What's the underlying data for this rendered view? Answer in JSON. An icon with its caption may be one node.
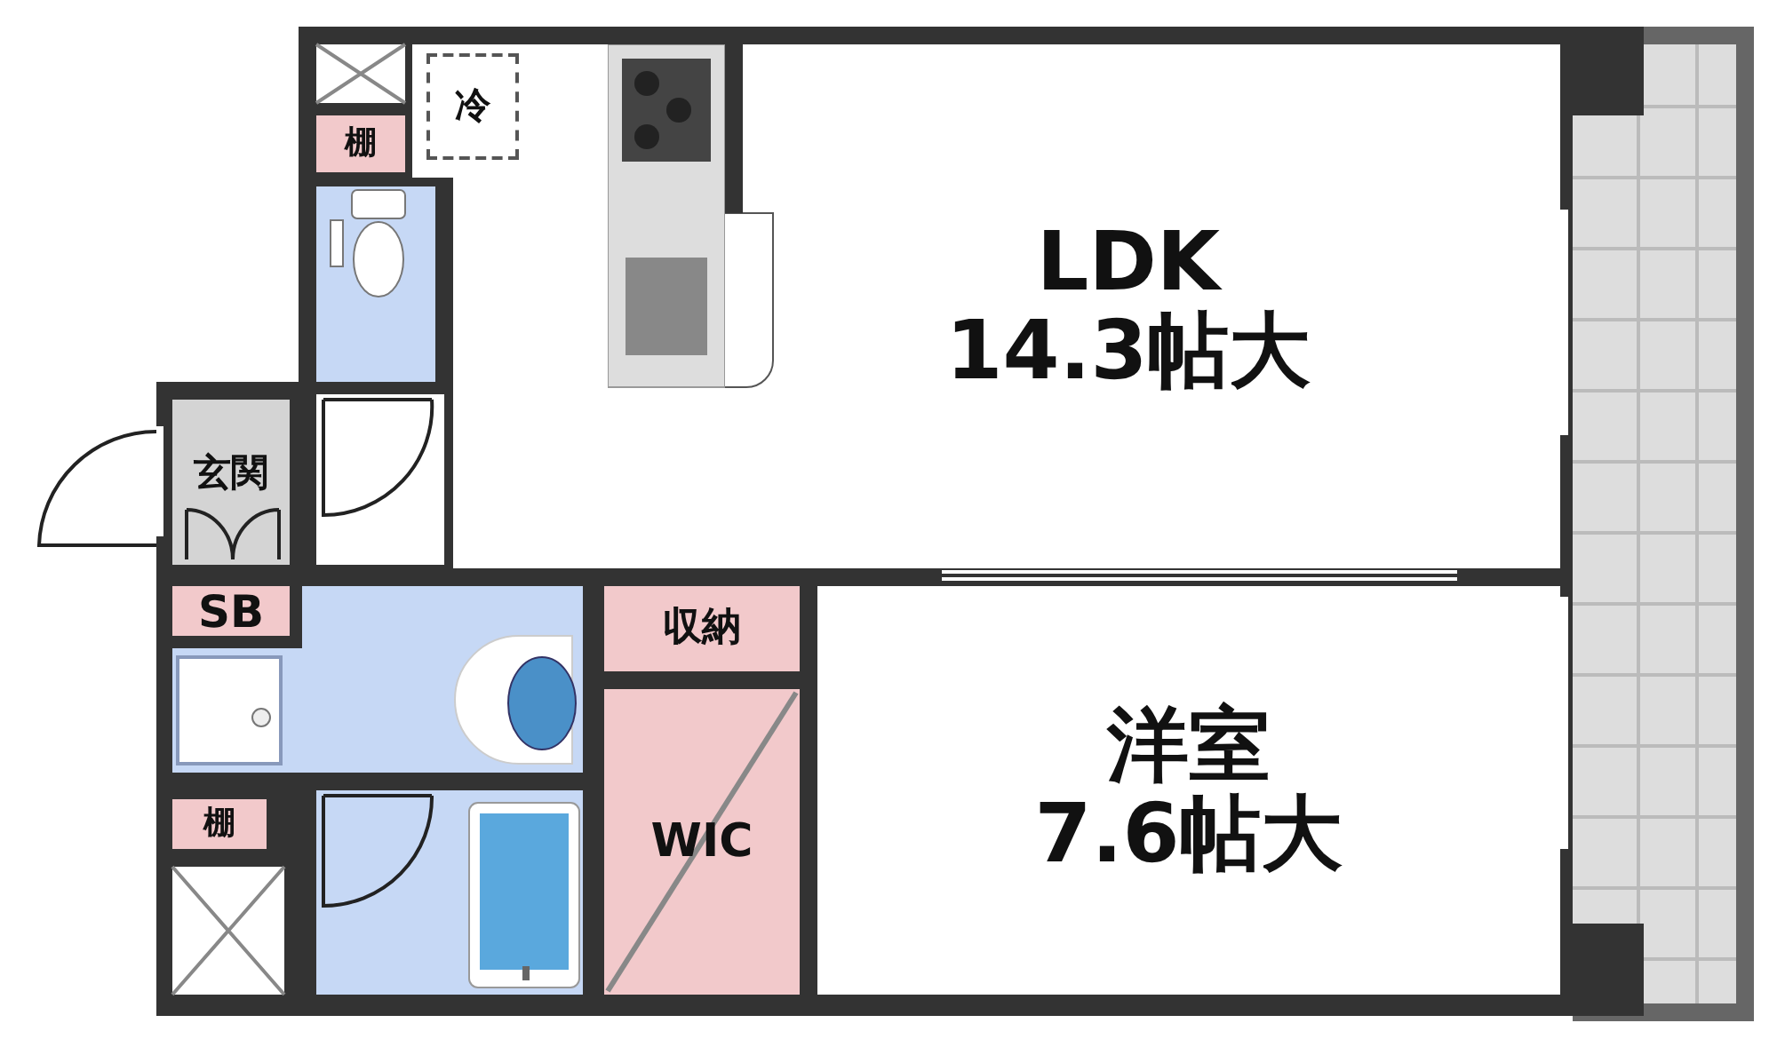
{
  "diagram": {
    "nodes": [
      {
        "text": [
          "LDK",
          "14.3帖大"
        ]
      },
      {
        "text": [
          "冷"
        ]
      },
      {
        "text": [
          "棚"
        ]
      },
      {
        "text": [
          "玄関"
        ]
      },
      {
        "text": [
          "SB"
        ]
      },
      {
        "text": [
          "収納"
        ]
      },
      {
        "text": [
          "WIC"
        ]
      },
      {
        "text": [
          "洋室",
          "7.6帖大"
        ]
      },
      {
        "text": [
          "棚"
        ]
      }
    ]
  }
}
